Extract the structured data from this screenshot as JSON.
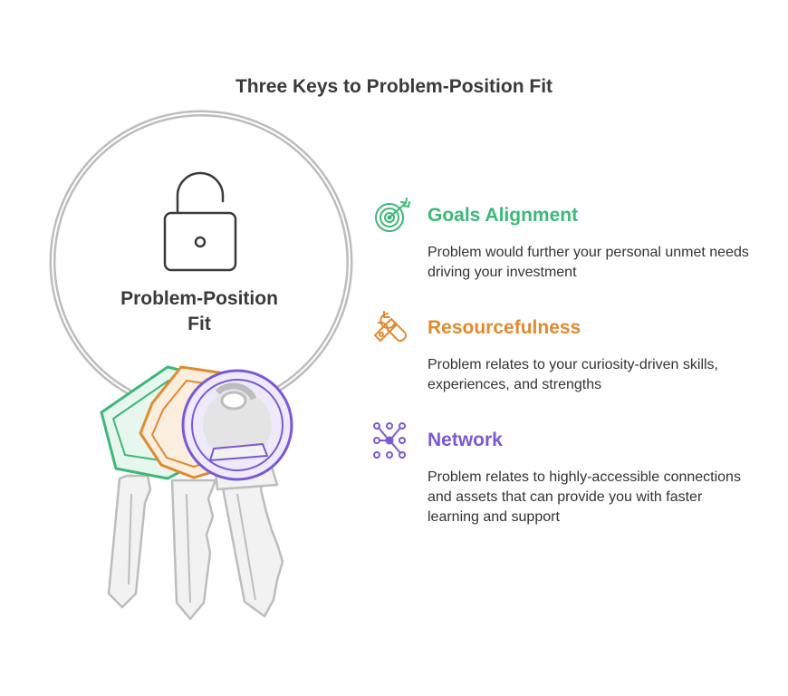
{
  "title": "Three Keys to Problem-Position Fit",
  "center": {
    "line1": "Problem-Position",
    "line2": "Fit",
    "icon": "padlock-icon"
  },
  "items": [
    {
      "heading": "Goals Alignment",
      "description": "Problem would further your personal unmet needs driving your investment",
      "icon": "target-icon",
      "color": "#3cb878"
    },
    {
      "heading": "Resourcefulness",
      "description": "Problem relates to your curiosity-driven skills, experiences, and strengths",
      "icon": "wrench-icon",
      "color": "#e08a2f"
    },
    {
      "heading": "Network",
      "description": "Problem relates to highly-accessible connections and assets that can provide you with faster learning and support",
      "icon": "network-icon",
      "color": "#7b58d6"
    }
  ],
  "colors": {
    "ring": "#bdbdbd",
    "green": "#3cb878",
    "orange": "#e08a2f",
    "purple": "#7b58d6"
  }
}
